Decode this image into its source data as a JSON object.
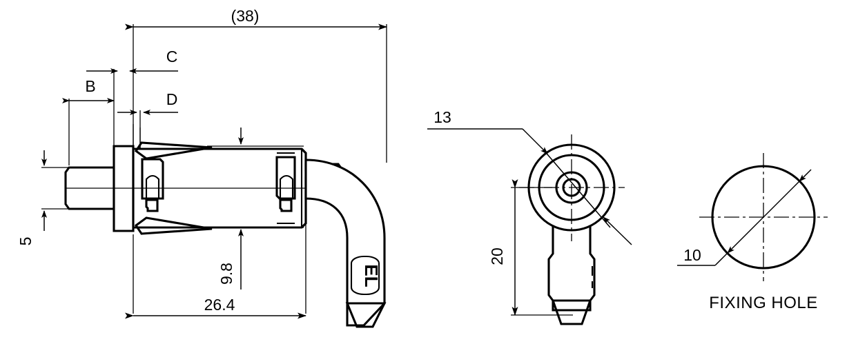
{
  "drawing": {
    "title": "",
    "background_color": "#ffffff",
    "line_color": "#000000",
    "views": {
      "side": {
        "name": "side-elevation-view",
        "dimensions": {
          "overall_length": "(38)",
          "length_26_4": "26.4",
          "height_9_8": "9.8",
          "height_5": "5",
          "label_b": "B",
          "label_c": "C",
          "label_d": "D"
        },
        "logo_text": "EL"
      },
      "front": {
        "name": "front-end-view",
        "dimensions": {
          "diameter_13": "13",
          "height_20": "20"
        }
      },
      "fixing_hole": {
        "name": "fixing-hole-view",
        "caption": "FIXING HOLE",
        "dimensions": {
          "diameter_10": "10"
        }
      }
    }
  }
}
